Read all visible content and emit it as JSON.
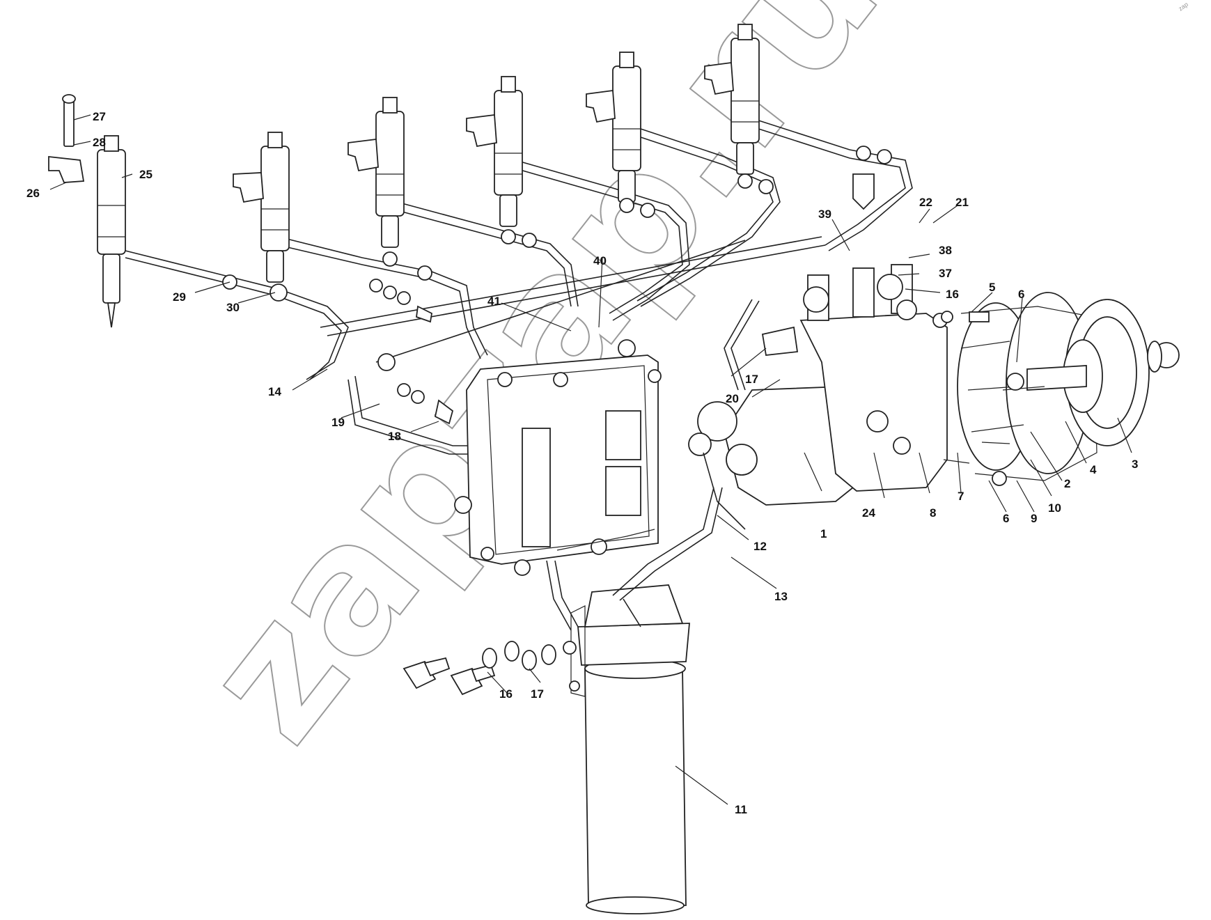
{
  "watermark": "zapzap.ru",
  "corner_mark": "zap",
  "part_labels": [
    "1",
    "2",
    "3",
    "4",
    "5",
    "6",
    "6",
    "7",
    "8",
    "9",
    "10",
    "11",
    "12",
    "13",
    "14",
    "16",
    "16",
    "17",
    "17",
    "18",
    "19",
    "20",
    "21",
    "22",
    "24",
    "25",
    "26",
    "27",
    "28",
    "29",
    "30",
    "37",
    "38",
    "39",
    "40",
    "41"
  ]
}
